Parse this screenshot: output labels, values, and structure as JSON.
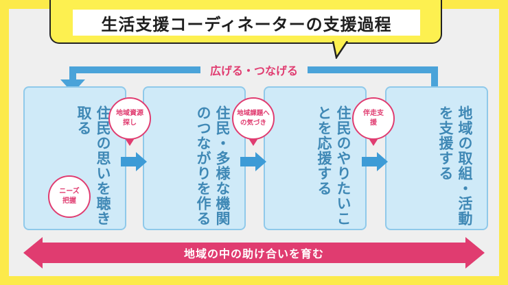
{
  "title": "生活支援コーディネーターの支援過程",
  "loop_label": "広げる・つなげる",
  "steps": [
    {
      "text": "住民の思いを聴き取る"
    },
    {
      "text": "住民・多様な機関のつながりを作る"
    },
    {
      "text": "住民のやりたいことを応援する"
    },
    {
      "text": "地域の取組・活動を支援する"
    }
  ],
  "badges": [
    {
      "text": "地域資源探し"
    },
    {
      "text": "地域課題への気づき"
    },
    {
      "text": "伴走支援"
    },
    {
      "text": "ニーズ把握"
    }
  ],
  "bottom_label": "地域の中の助け合いを育む",
  "colors": {
    "background": "#fcea4a",
    "panel": "#efefef",
    "step_fill": "#cfeaf8",
    "step_border": "#8fc9ea",
    "step_text": "#3f88b5",
    "loop_arrow": "#4aa3d9",
    "accent_pink": "#e03c70"
  }
}
